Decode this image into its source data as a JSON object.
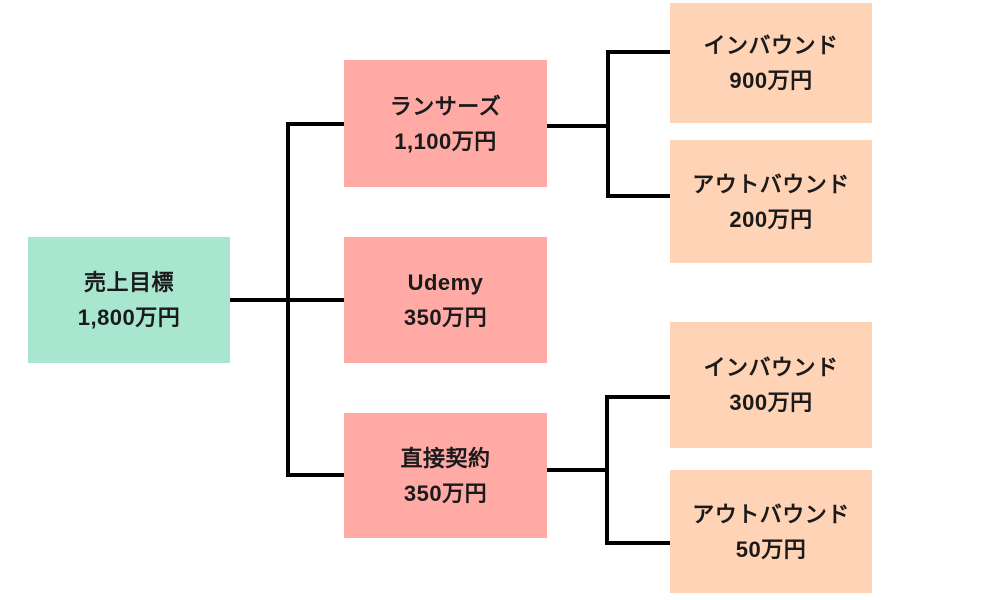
{
  "diagram": {
    "background_color": "#ffffff",
    "line_color": "#000000",
    "text_color": "#1a1a1a",
    "level_colors": {
      "root": "#a8e6cf",
      "channel": "#ffaaa5",
      "subchannel": "#ffd3b6"
    },
    "nodes": {
      "root": {
        "label": "売上目標",
        "amount": "1,800万円",
        "color": "#a8e6cf"
      },
      "lancers": {
        "label": "ランサーズ",
        "amount": "1,100万円",
        "color": "#ffaaa5"
      },
      "udemy": {
        "label": "Udemy",
        "amount": "350万円",
        "color": "#ffaaa5"
      },
      "direct": {
        "label": "直接契約",
        "amount": "350万円",
        "color": "#ffaaa5"
      },
      "lancers_inbound": {
        "label": "インバウンド",
        "amount": "900万円",
        "color": "#ffd3b6"
      },
      "lancers_outbound": {
        "label": "アウトバウンド",
        "amount": "200万円",
        "color": "#ffd3b6"
      },
      "direct_inbound": {
        "label": "インバウンド",
        "amount": "300万円",
        "color": "#ffd3b6"
      },
      "direct_outbound": {
        "label": "アウトバウンド",
        "amount": "50万円",
        "color": "#ffd3b6"
      }
    }
  }
}
